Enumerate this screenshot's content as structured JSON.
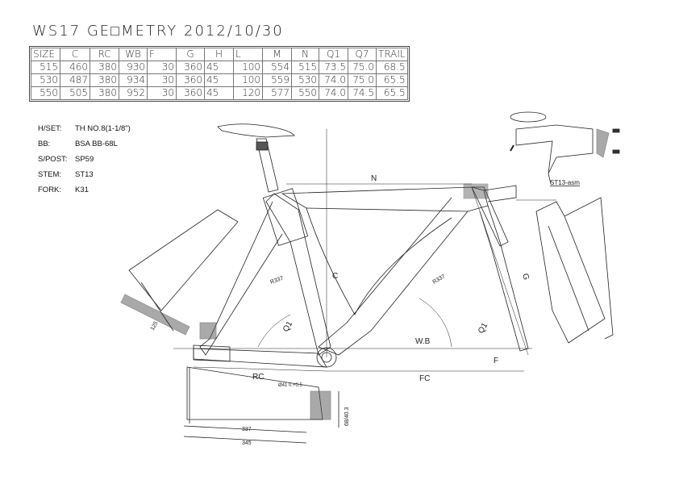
{
  "title": "WS17 GE□METRY 2012/10/30",
  "table": {
    "headers": [
      "SIZE",
      "C",
      "RC",
      "WB",
      "F",
      "G",
      "H",
      "L",
      "M",
      "N",
      "Q1",
      "Q7",
      "TRAIL"
    ],
    "rows": [
      [
        "515",
        "460",
        "380",
        "930",
        "30",
        "360",
        "45",
        "100",
        "554",
        "515",
        "73.5",
        "75.0",
        "68.5"
      ],
      [
        "530",
        "487",
        "380",
        "934",
        "30",
        "360",
        "45",
        "100",
        "559",
        "530",
        "74.0",
        "75.0",
        "65.5"
      ],
      [
        "550",
        "505",
        "380",
        "952",
        "30",
        "360",
        "45",
        "120",
        "577",
        "550",
        "74.0",
        "74.5",
        "65.5"
      ]
    ]
  },
  "specs": [
    {
      "key": "H/SET:",
      "value": "TH NO.8(1-1/8\")"
    },
    {
      "key": "BB:",
      "value": "BSA BB-68L"
    },
    {
      "key": "S/POST:",
      "value": "SP59"
    },
    {
      "key": "STEM:",
      "value": "ST13"
    },
    {
      "key": "FORK:",
      "value": "K31"
    }
  ],
  "drawing_labels": {
    "n": "N",
    "c": "C",
    "rc": "RC",
    "fc": "FC",
    "wb": "W.B",
    "f": "F",
    "q1_rear": "Q1",
    "q1_front": "Q1",
    "g": "G",
    "r337_a": "R337",
    "r337_b": "R337",
    "stem_asm": "ST13-asm",
    "dim_337": "337",
    "dim_345": "345",
    "dim_125": "125",
    "dim_bb": "68/40.3",
    "dim_bb2": "Ø41 0.+0.5"
  }
}
